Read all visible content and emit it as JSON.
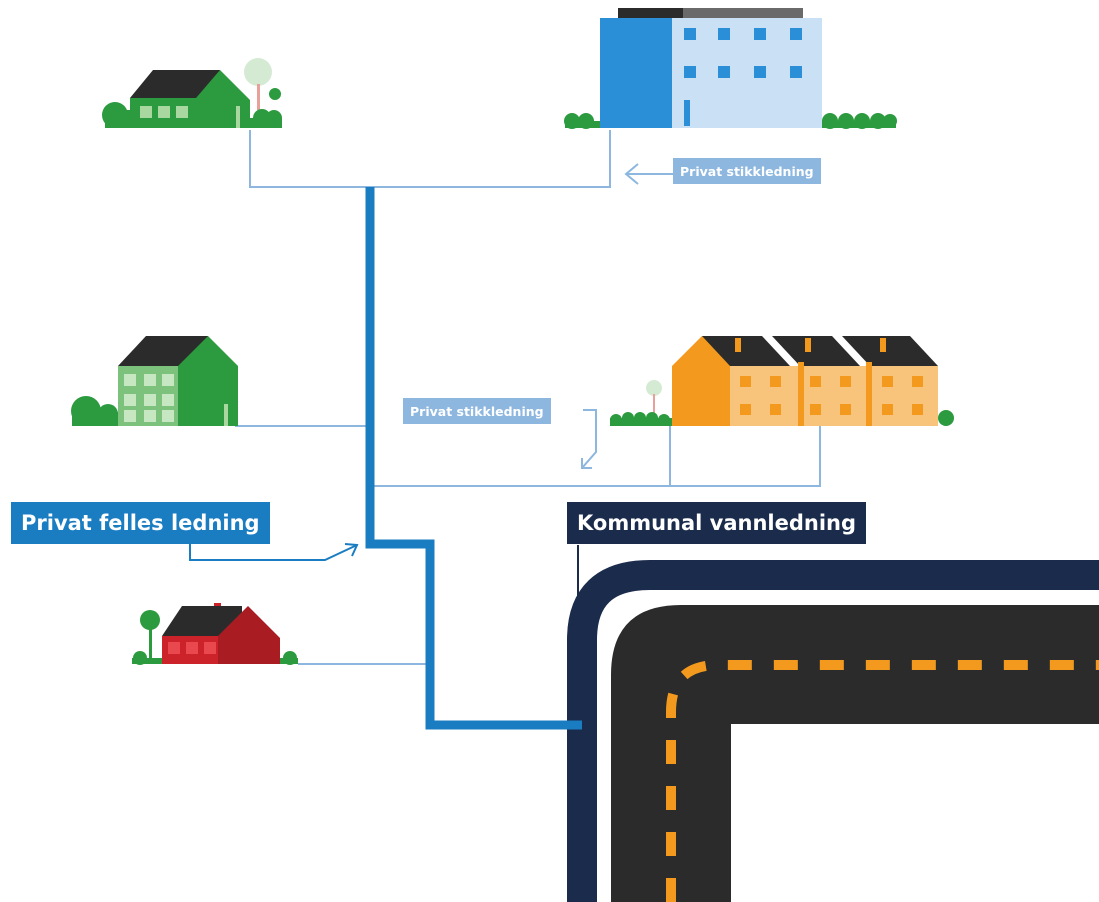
{
  "labels": {
    "privat_stikkledning_top": "Privat stikkledning",
    "privat_stikkledning_mid": "Privat stikkledning",
    "privat_felles_ledning": "Privat felles ledning",
    "kommunal_vannledning": "Kommunal vannledning"
  },
  "colors": {
    "main_pipe": "#1b7dc1",
    "service_pipe": "#8db7df",
    "municipal_pipe": "#1a2b4c",
    "road": "#2b2b2b",
    "road_marking": "#f39a1e",
    "green_house": "#2c9a3f",
    "blue_building": "#2a8fd6",
    "orange_rowhouse": "#f39a1e",
    "red_house": "#cc2229"
  }
}
